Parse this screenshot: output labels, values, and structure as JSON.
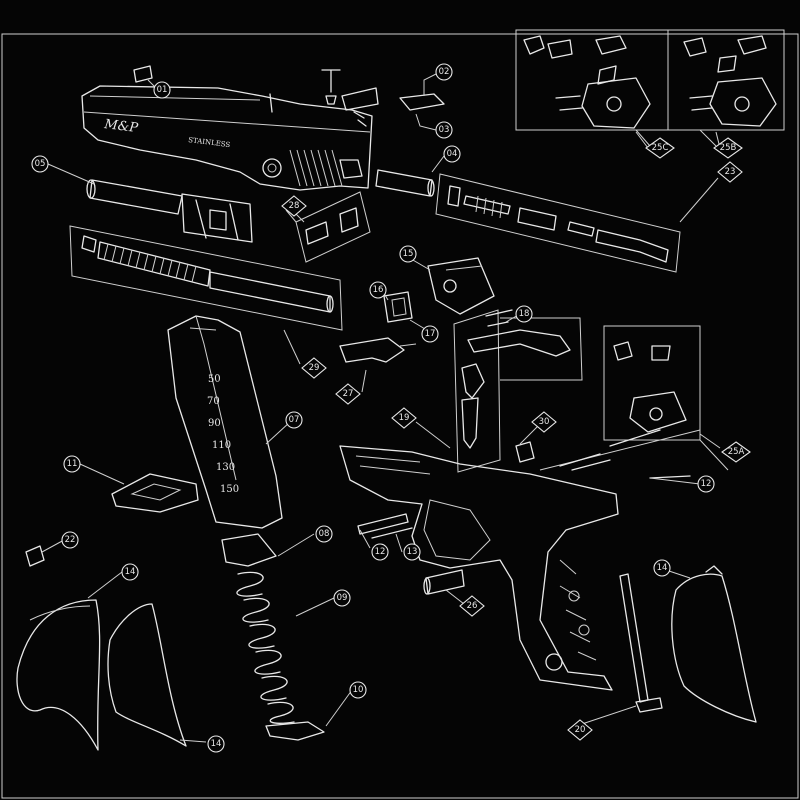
{
  "slide_marks": {
    "brand": "M&P",
    "material": "STAINLESS"
  },
  "magazine_capacity_marks": [
    "50",
    "70",
    "90",
    "110",
    "130",
    "150"
  ],
  "part_callouts": [
    {
      "id": "c01",
      "text": "01",
      "shape": "circle"
    },
    {
      "id": "c02",
      "text": "02",
      "shape": "circle"
    },
    {
      "id": "c03",
      "text": "03",
      "shape": "circle"
    },
    {
      "id": "c04",
      "text": "04",
      "shape": "circle"
    },
    {
      "id": "c05",
      "text": "05",
      "shape": "circle"
    },
    {
      "id": "c07",
      "text": "07",
      "shape": "circle"
    },
    {
      "id": "c08",
      "text": "08",
      "shape": "circle"
    },
    {
      "id": "c09",
      "text": "09",
      "shape": "circle"
    },
    {
      "id": "c10",
      "text": "10",
      "shape": "circle"
    },
    {
      "id": "c11",
      "text": "11",
      "shape": "circle"
    },
    {
      "id": "c12",
      "text": "12",
      "shape": "circle"
    },
    {
      "id": "c12b",
      "text": "12",
      "shape": "circle"
    },
    {
      "id": "c13",
      "text": "13",
      "shape": "circle"
    },
    {
      "id": "c14a",
      "text": "14",
      "shape": "circle"
    },
    {
      "id": "c14b",
      "text": "14",
      "shape": "circle"
    },
    {
      "id": "c14c",
      "text": "14",
      "shape": "circle"
    },
    {
      "id": "c15",
      "text": "15",
      "shape": "circle"
    },
    {
      "id": "c16",
      "text": "16",
      "shape": "circle"
    },
    {
      "id": "c17",
      "text": "17",
      "shape": "circle"
    },
    {
      "id": "c18",
      "text": "18",
      "shape": "circle"
    },
    {
      "id": "c22",
      "text": "22",
      "shape": "circle"
    },
    {
      "id": "c19",
      "text": "19",
      "shape": "diamond"
    },
    {
      "id": "c20",
      "text": "20",
      "shape": "diamond"
    },
    {
      "id": "c23",
      "text": "23",
      "shape": "diamond"
    },
    {
      "id": "c25A",
      "text": "25A",
      "shape": "diamond"
    },
    {
      "id": "c25B",
      "text": "25B",
      "shape": "diamond"
    },
    {
      "id": "c25C",
      "text": "25C",
      "shape": "diamond"
    },
    {
      "id": "c26",
      "text": "26",
      "shape": "diamond"
    },
    {
      "id": "c27",
      "text": "27",
      "shape": "diamond"
    },
    {
      "id": "c28",
      "text": "28",
      "shape": "diamond"
    },
    {
      "id": "c29",
      "text": "29",
      "shape": "diamond"
    },
    {
      "id": "c30",
      "text": "30",
      "shape": "diamond"
    }
  ],
  "colors": {
    "background": "#050505",
    "line": "#e8e8e8"
  }
}
